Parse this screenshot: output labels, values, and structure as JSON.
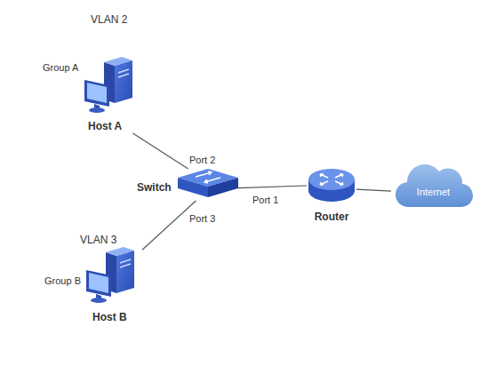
{
  "diagram": {
    "nodes": [
      {
        "text": [
          "VLAN 2"
        ]
      },
      {
        "text": [
          "Group A",
          "Host A"
        ],
        "in": 0
      },
      {
        "text": [
          "Switch"
        ]
      },
      {
        "text": [
          "Router"
        ]
      },
      {
        "text": [
          "Internet"
        ]
      },
      {
        "text": [
          "VLAN 3"
        ]
      },
      {
        "text": [
          "Group B",
          "Host B"
        ],
        "in": 5
      }
    ],
    "edges": [
      {
        "from": 1,
        "to": 2,
        "arrow": "none",
        "label": "Port 2"
      },
      {
        "from": 6,
        "to": 2,
        "arrow": "none",
        "label": "Port 3"
      },
      {
        "from": 2,
        "to": 3,
        "arrow": "none",
        "label": "Port 1"
      },
      {
        "from": 3,
        "to": 4,
        "arrow": "none"
      }
    ]
  }
}
